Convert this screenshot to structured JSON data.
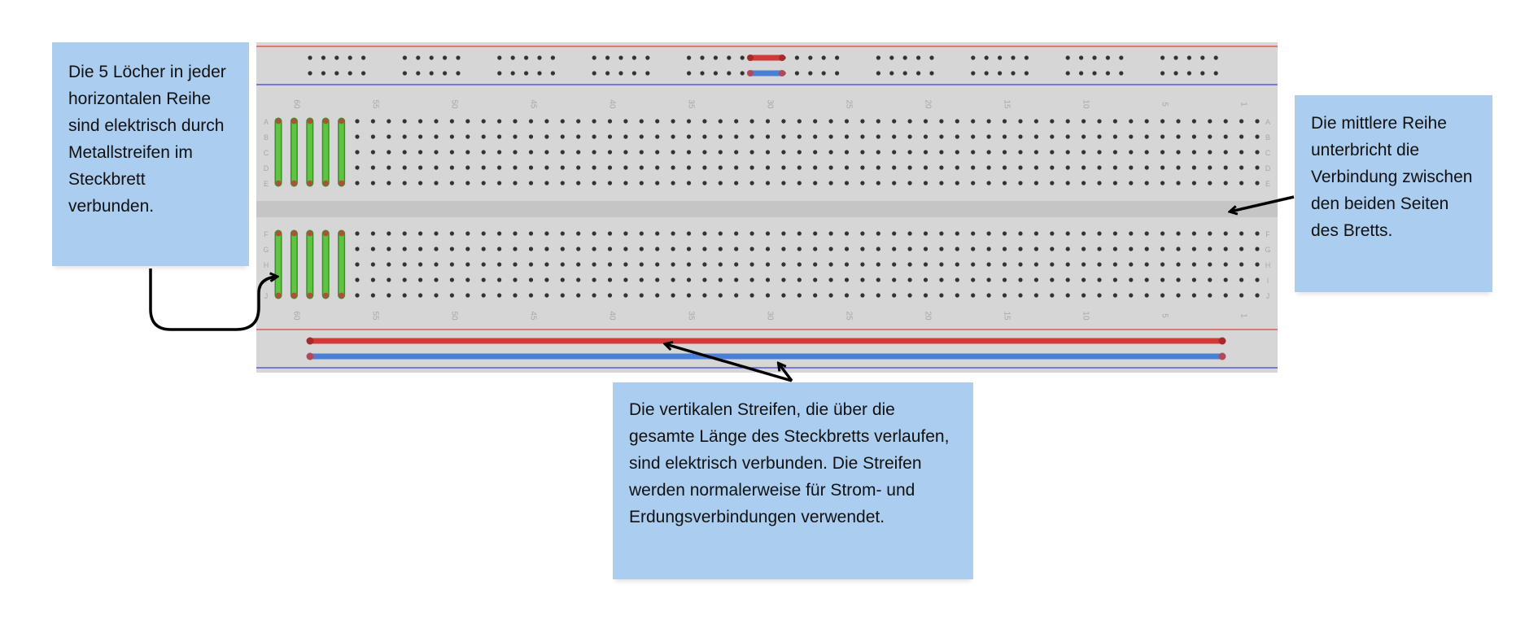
{
  "breadboard": {
    "row_letters_top": [
      "A",
      "B",
      "C",
      "D",
      "E"
    ],
    "row_letters_bottom": [
      "F",
      "G",
      "H",
      "I",
      "J"
    ],
    "column_numbers": [
      "60",
      "55",
      "50",
      "45",
      "40",
      "35",
      "30",
      "25",
      "20",
      "15",
      "10",
      "5",
      "1"
    ],
    "total_columns": 63,
    "power_rail_groups": 10,
    "colors": {
      "board": "#d6d6d6",
      "hole": "#333333",
      "red_line": "#e04040",
      "blue_line": "#4040e0",
      "highlight_green": "#5fc43f",
      "highlight_red": "#d23a3a",
      "highlight_blue": "#4a7fd6",
      "annotation_bg": "#abcdf0"
    }
  },
  "annotations": {
    "left": "Die 5 Löcher in jeder horizontalen Reihe sind elektrisch durch Metallstreifen im Steckbrett verbunden.",
    "right": "Die mittlere Reihe unterbricht die Verbindung zwischen den beiden Seiten des Bretts.",
    "bottom": "Die vertikalen Streifen, die über die gesamte Länge des Steckbretts verlaufen, sind elektrisch verbunden. Die Streifen werden normalerweise für Strom- und Erdungsverbindungen verwendet."
  }
}
